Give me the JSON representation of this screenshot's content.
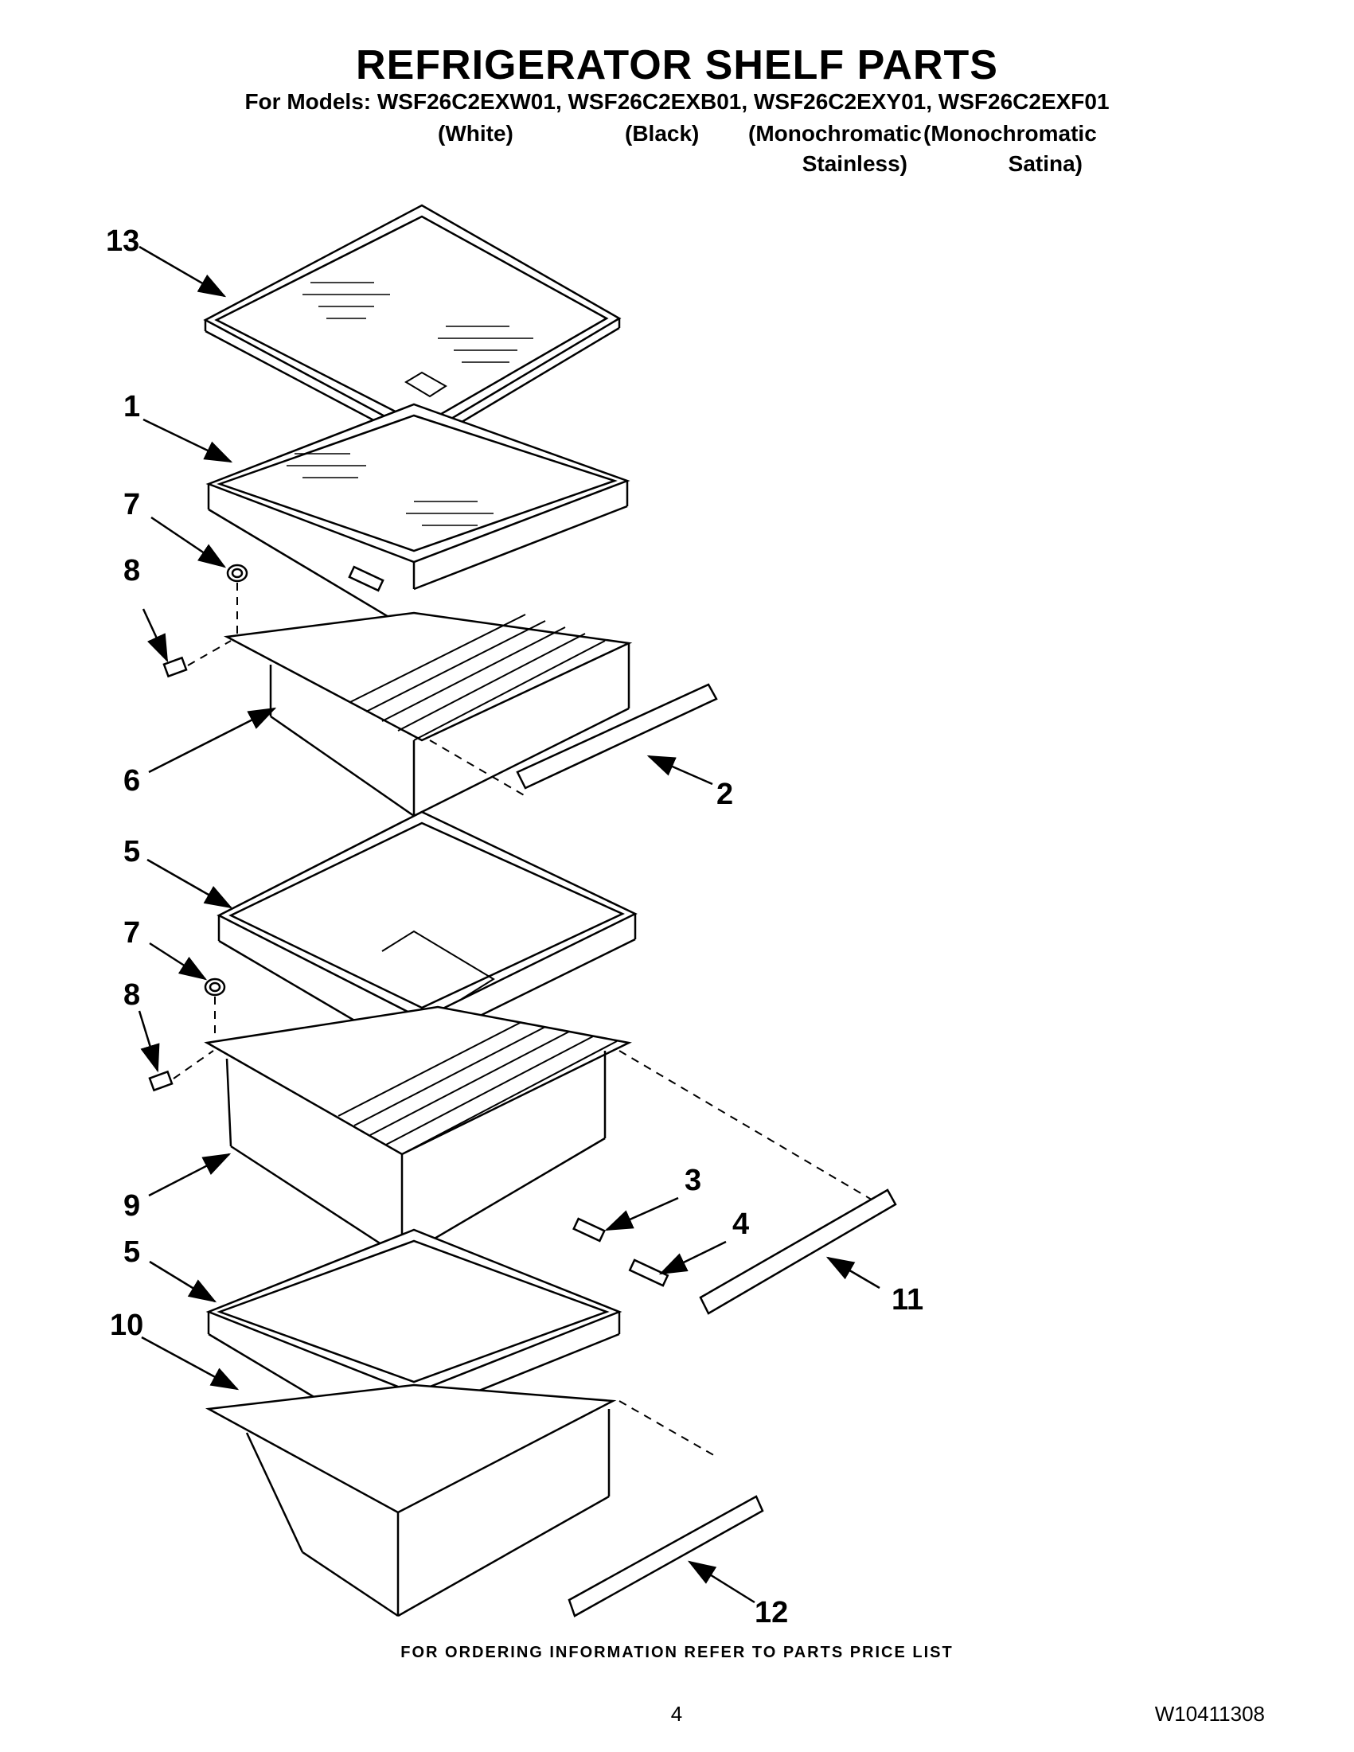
{
  "header": {
    "title": "REFRIGERATOR SHELF PARTS",
    "models_line": "For Models: WSF26C2EXW01, WSF26C2EXB01, WSF26C2EXY01, WSF26C2EXF01",
    "variants": [
      {
        "line1": "(White)",
        "line2": ""
      },
      {
        "line1": "(Black)",
        "line2": ""
      },
      {
        "line1": "(Monochromatic",
        "line2": "Stainless)"
      },
      {
        "line1": "(Monochromatic",
        "line2": "Satina)"
      }
    ]
  },
  "diagram": {
    "callouts": [
      "13",
      "1",
      "7",
      "8",
      "6",
      "2",
      "5",
      "7",
      "8",
      "9",
      "3",
      "4",
      "11",
      "5",
      "10",
      "12"
    ]
  },
  "footer": {
    "note": "FOR ORDERING INFORMATION REFER TO PARTS PRICE LIST",
    "page_number": "4",
    "document_number": "W10411308"
  }
}
